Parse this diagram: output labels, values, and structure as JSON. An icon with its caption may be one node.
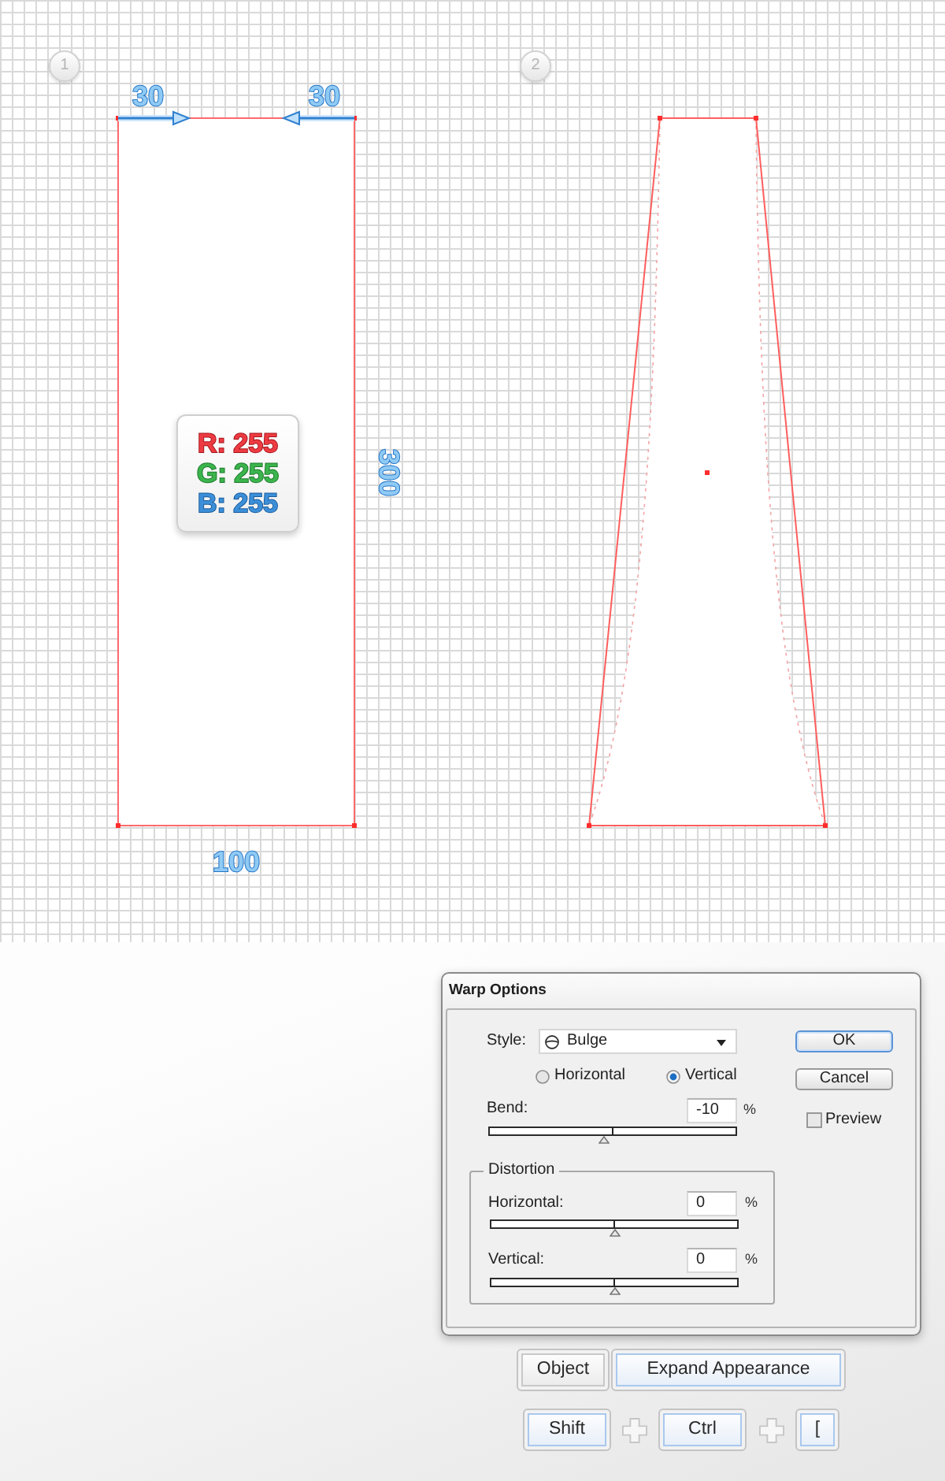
{
  "diagram": {
    "nodes": [
      {
        "text": [
          "1"
        ]
      },
      {
        "text": [
          "R: 255",
          "G: 255",
          "B: 255"
        ]
      },
      {
        "text": [
          "2"
        ]
      },
      {
        "text": [
          "Warp Options"
        ]
      },
      {
        "text": [
          "Distortion"
        ],
        "in": 3
      },
      {
        "text": [
          "Object"
        ]
      },
      {
        "text": [
          "Expand Appearance"
        ]
      },
      {
        "text": [
          "Shift"
        ]
      },
      {
        "text": [
          "Ctrl"
        ]
      },
      {
        "text": [
          "["
        ]
      }
    ],
    "labels": [
      "30",
      "30",
      "300",
      "100",
      "Style:",
      "Bulge",
      "OK",
      "Horizontal",
      "Vertical",
      "Cancel",
      "Bend:",
      "-10",
      "%",
      "Preview",
      "Horizontal:",
      "0",
      "%",
      "Vertical:",
      "0",
      "%"
    ]
  }
}
